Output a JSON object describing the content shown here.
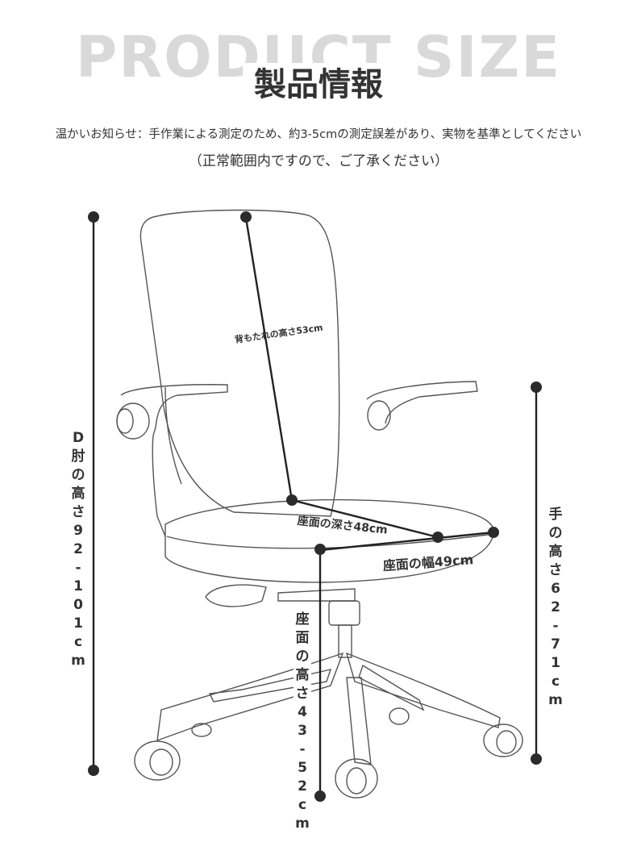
{
  "header": {
    "bg_title": "PRODUCT SIZE",
    "title": "製品情報"
  },
  "notice": {
    "line1": "温かいお知らせ：手作業による測定のため、約3-5cmの測定誤差があり、実物を基準としてください",
    "line2": "（正常範囲内ですので、ご了承ください）"
  },
  "dimensions": {
    "total_height": "D肘の高さ92-101cm",
    "backrest_height": "背もたれの高さ53cm",
    "seat_depth": "座面の深さ48cm",
    "seat_width": "座面の幅49cm",
    "seat_height": "座面の高さ43-52cm",
    "armrest_height": "手の高さ62-71cm"
  },
  "colors": {
    "line": "#222222",
    "dot": "#2b2b2b",
    "outline": "#555555"
  }
}
